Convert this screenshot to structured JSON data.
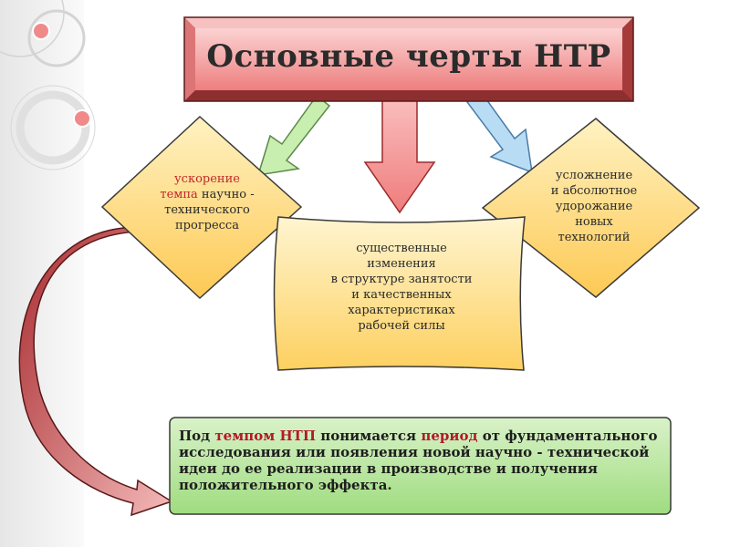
{
  "title": "Основные черты НТР",
  "left_box": {
    "pre_red": "ускорение",
    "red_word": "темпа",
    "lines": [
      " научно -",
      "технического",
      "прогресса"
    ]
  },
  "center_box": {
    "lines": [
      "существенные",
      "изменения",
      "в структуре занятости",
      "и качественных",
      "характеристиках",
      "рабочей силы"
    ]
  },
  "right_box": {
    "lines": [
      "усложнение",
      "и абсолютное",
      "удорожание",
      "новых",
      "технологий"
    ]
  },
  "definition": {
    "part1": "Под ",
    "term": "темпом НТП",
    "part2": "  понимается ",
    "key": "период",
    "part3": " от фундаментального исследования или появления новой научно - технической идеи до ее реализации в производстве и получения положительного эффекта."
  },
  "colors": {
    "title_fill": "#f08a8a",
    "arrow_left": "#c8eeb0",
    "arrow_center": "#f48e8e",
    "arrow_right": "#b8dcf4",
    "diamond_fill": "#fdd96a",
    "definition_fill": "#b9e6a0",
    "curved_arrow": "#b83a3a"
  }
}
